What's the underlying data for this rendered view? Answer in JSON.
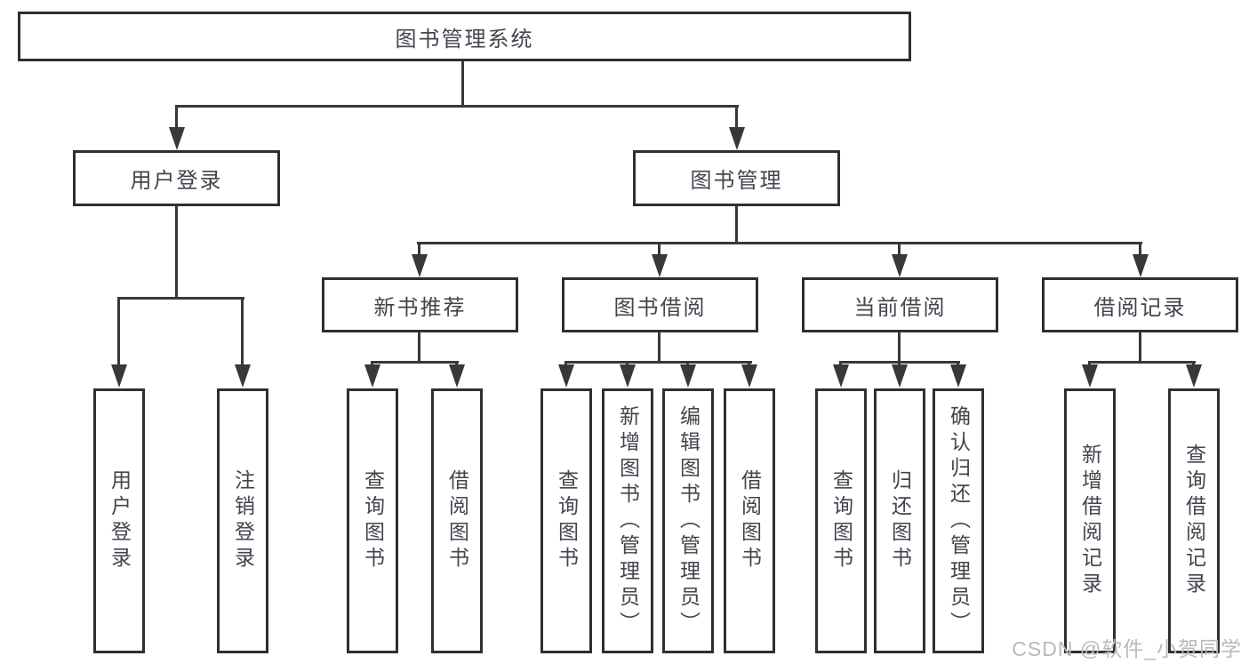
{
  "tree": {
    "label": "图书管理系统",
    "children": [
      {
        "label": "用户登录",
        "children": [
          {
            "label": "用户登录"
          },
          {
            "label": "注销登录"
          }
        ]
      },
      {
        "label": "图书管理",
        "children": [
          {
            "label": "新书推荐",
            "children": [
              {
                "label": "查询图书"
              },
              {
                "label": "借阅图书"
              }
            ]
          },
          {
            "label": "图书借阅",
            "children": [
              {
                "label": "查询图书"
              },
              {
                "label": "新增图书（管理员）"
              },
              {
                "label": "编辑图书（管理员）"
              },
              {
                "label": "借阅图书"
              }
            ]
          },
          {
            "label": "当前借阅",
            "children": [
              {
                "label": "查询图书"
              },
              {
                "label": "归还图书"
              },
              {
                "label": "确认归还（管理员）"
              }
            ]
          },
          {
            "label": "借阅记录",
            "children": [
              {
                "label": "新增借阅记录"
              },
              {
                "label": "查询借阅记录"
              }
            ]
          }
        ]
      }
    ]
  },
  "watermark": {
    "text": "CSDN @软件_小贺同学"
  },
  "colors": {
    "line": "#383838",
    "box_border": "#2f2f2f",
    "text": "#41454d",
    "background": "#ffffff",
    "watermark": "#b9b9b9"
  }
}
